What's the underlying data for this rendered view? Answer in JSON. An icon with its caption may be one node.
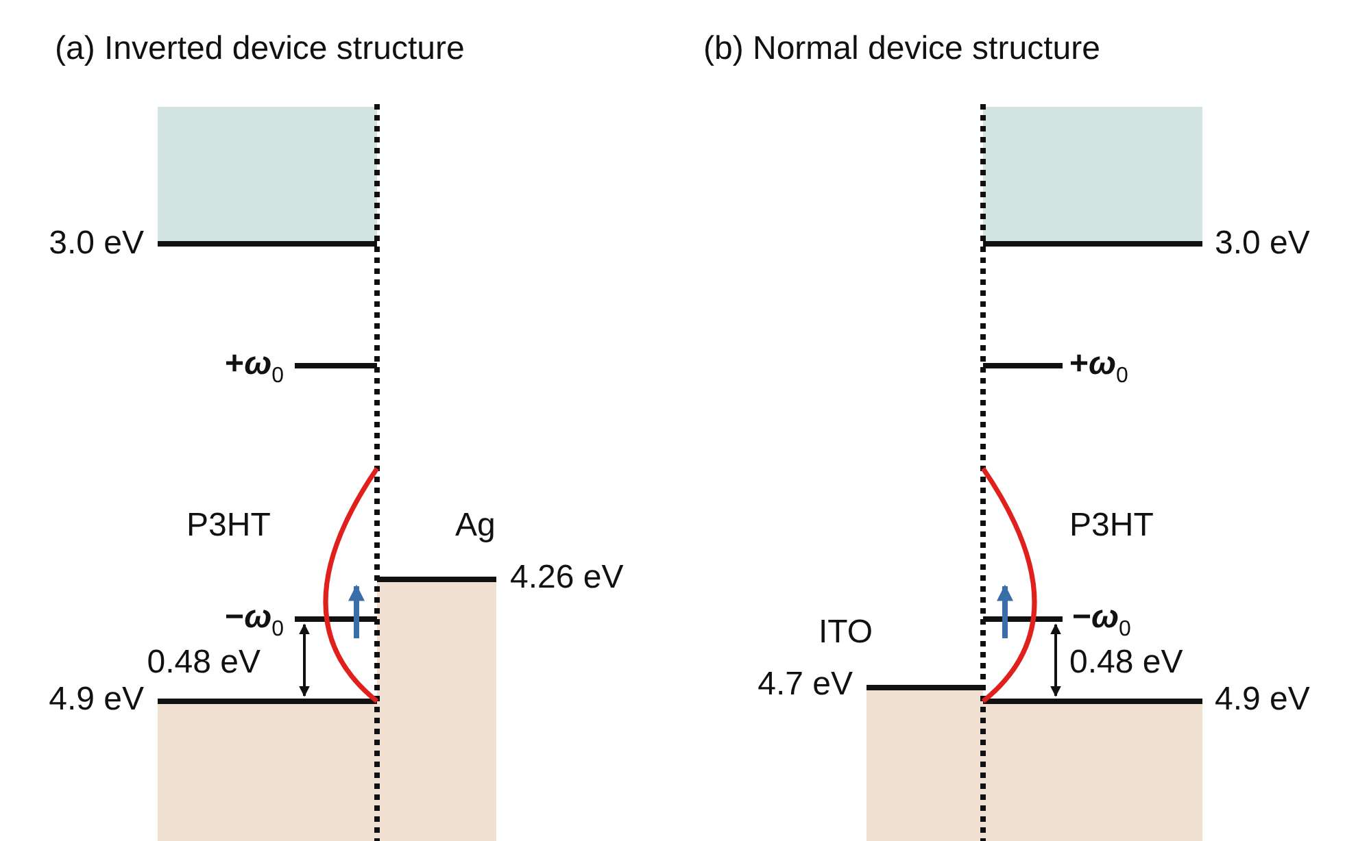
{
  "diagram": {
    "labels": [
      "(a) Inverted device structure",
      "(b) Normal device structure",
      "3.0 eV",
      "3.0 eV",
      "+*ω*$_{0}$",
      "+*ω*$_{0}$",
      "P3HT",
      "Ag",
      "P3HT",
      "4.26 eV",
      "−*ω*$_{0}$",
      "ITO",
      "−*ω*$_{0}$",
      "0.48 eV",
      "4.7 eV",
      "0.48 eV",
      "4.9 eV",
      "4.9 eV"
    ]
  }
}
